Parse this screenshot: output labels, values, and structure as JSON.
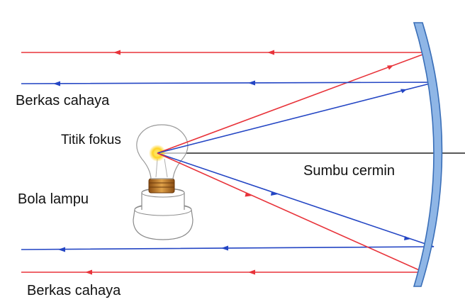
{
  "labels": {
    "beam_top": "Berkas cahaya",
    "focal_point": "Titik fokus",
    "mirror_axis": "Sumbu cermin",
    "bulb": "Bola lampu",
    "beam_bottom": "Berkas cahaya"
  },
  "colors": {
    "red_ray": "#e8333a",
    "blue_ray": "#2446c4",
    "mirror_fill": "#8fb6e6",
    "mirror_edge": "#3a6fb8",
    "axis": "#222222",
    "focus_glow": "#ffd21f",
    "bulb_outline": "#8a8a8a",
    "bulb_base": "#c9862a"
  },
  "icons": [
    "light-bulb-icon",
    "concave-mirror"
  ]
}
